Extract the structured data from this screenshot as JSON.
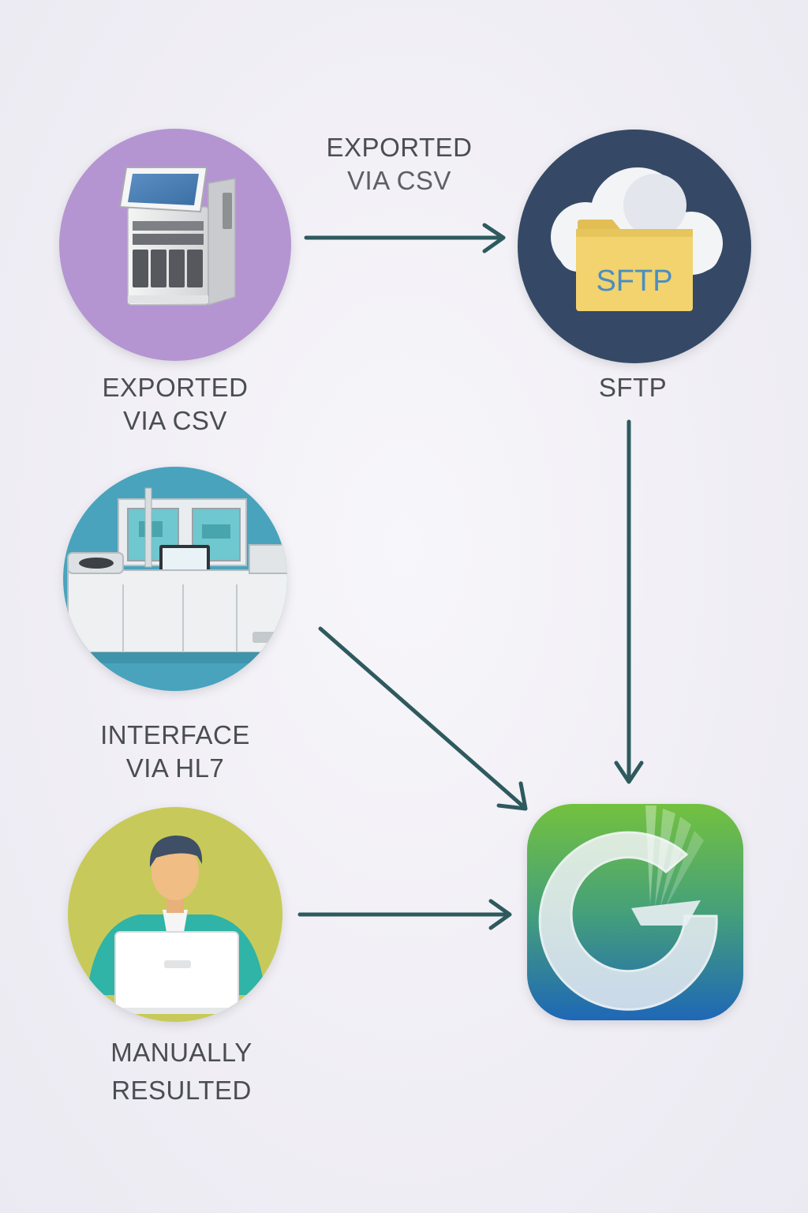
{
  "diagram": {
    "nodes": {
      "csv_device": {
        "label_line1": "EXPORTED",
        "label_line2": "VIA CSV",
        "icon": "lab-analyzer-icon",
        "circle_color": "#b495d2"
      },
      "sftp": {
        "folder_text": "SFTP",
        "label": "SFTP",
        "icon": "cloud-folder-icon",
        "circle_color": "#344a66",
        "folder_color": "#f2d36d",
        "folder_text_color": "#4a8dc4"
      },
      "hl7_device": {
        "label_line1": "INTERFACE",
        "label_line2": "VIA HL7",
        "icon": "lab-automation-icon",
        "circle_color": "#4aa3bd"
      },
      "manual": {
        "label_line1": "MANUALLY",
        "label_line2": "RESULTED",
        "icon": "person-laptop-icon",
        "circle_color": "#c7ca5a"
      },
      "destination": {
        "icon": "app-logo-icon",
        "gradient_top": "#73c13f",
        "gradient_bottom": "#1f67b6"
      }
    },
    "edges": {
      "csv_to_sftp": {
        "label_line1": "EXPORTED",
        "label_line2": "VIA CSV"
      }
    },
    "colors": {
      "arrow": "#2e5a5e",
      "label_text": "#4a4d52"
    }
  }
}
